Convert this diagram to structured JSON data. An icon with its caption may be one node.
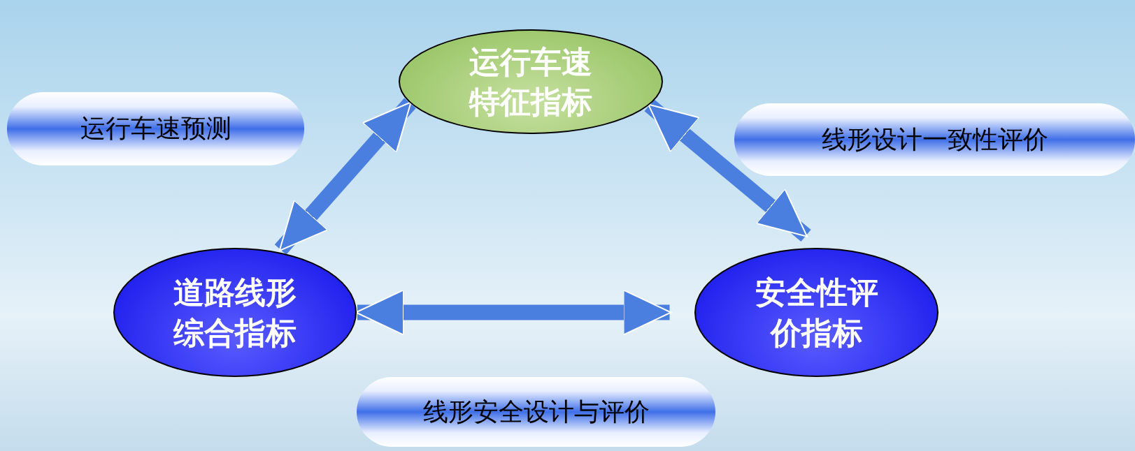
{
  "diagram": {
    "nodes": [
      {
        "text": [
          "运行车速特征指标"
        ]
      },
      {
        "text": [
          "运行车速预测"
        ]
      },
      {
        "text": [
          "线形设计一致性评价"
        ]
      },
      {
        "text": [
          "道路线形综合指标"
        ]
      },
      {
        "text": [
          "安全性评价指标"
        ]
      },
      {
        "text": [
          "线形安全设计与评价"
        ]
      }
    ],
    "edges": [
      {
        "from": 0,
        "to": 3,
        "arrow": "both"
      },
      {
        "from": 0,
        "to": 4,
        "arrow": "both"
      },
      {
        "from": 3,
        "to": 4,
        "arrow": "both"
      }
    ]
  }
}
